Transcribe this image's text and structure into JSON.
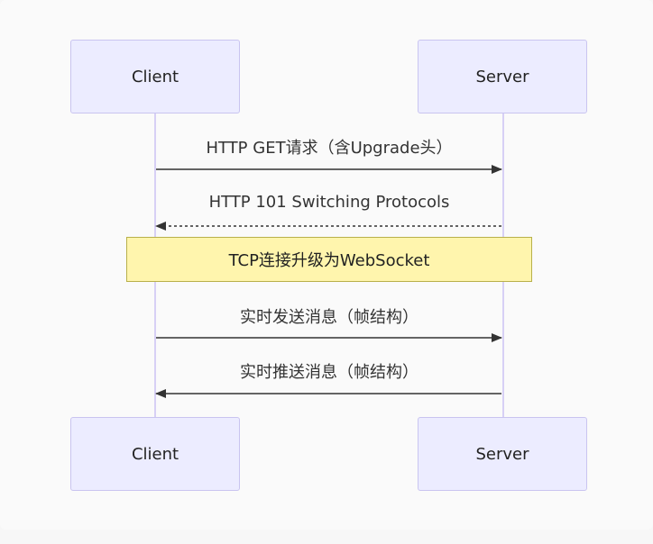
{
  "participants": {
    "client": "Client",
    "server": "Server"
  },
  "messages": [
    {
      "label": "HTTP GET请求（含Upgrade头）",
      "from": "client",
      "to": "server",
      "style": "solid"
    },
    {
      "label": "HTTP 101 Switching Protocols",
      "from": "server",
      "to": "client",
      "style": "dashed"
    },
    {
      "label": "实时发送消息（帧结构）",
      "from": "client",
      "to": "server",
      "style": "solid"
    },
    {
      "label": "实时推送消息（帧结构）",
      "from": "server",
      "to": "client",
      "style": "solid"
    }
  ],
  "note": {
    "text": "TCP连接升级为WebSocket",
    "over": [
      "client",
      "server"
    ]
  },
  "colors": {
    "actor_fill": "#ececff",
    "actor_border": "#c9c4f0",
    "lifeline": "#d7d0f5",
    "note_fill": "#fff5ad",
    "note_border": "#b8b04a",
    "arrow": "#333333"
  }
}
